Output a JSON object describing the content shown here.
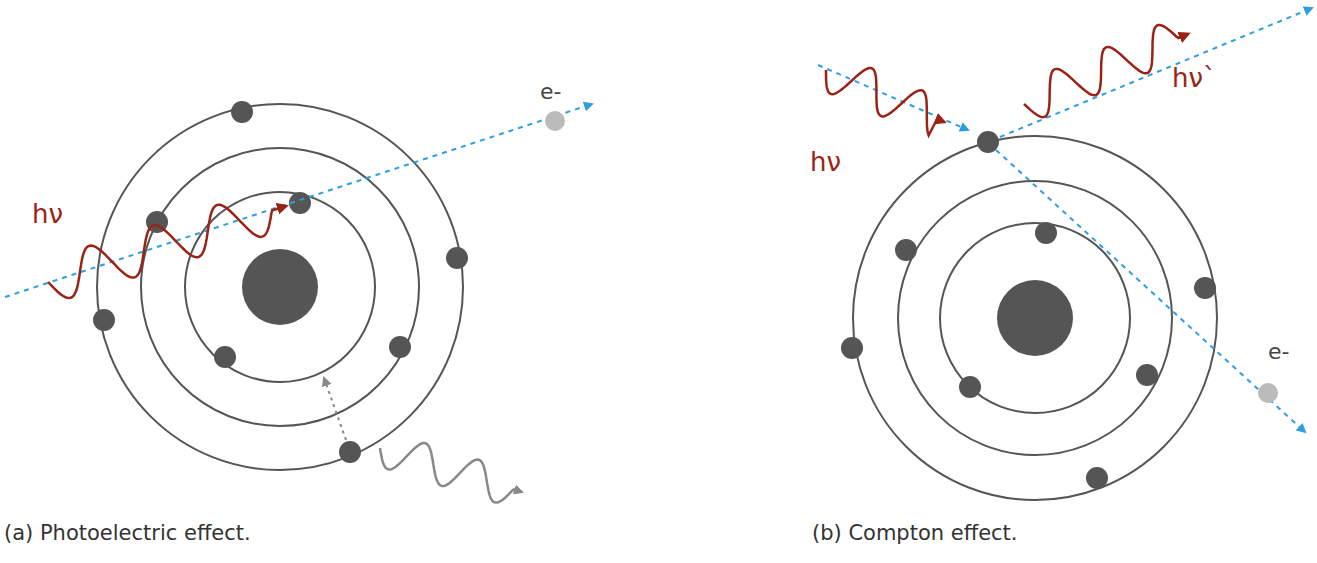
{
  "diagram": {
    "labels": [
      "hν",
      "e-",
      "hν",
      "hν`",
      "e-",
      "(a) Photoelectric effect.",
      "(b) Compton effect."
    ]
  }
}
